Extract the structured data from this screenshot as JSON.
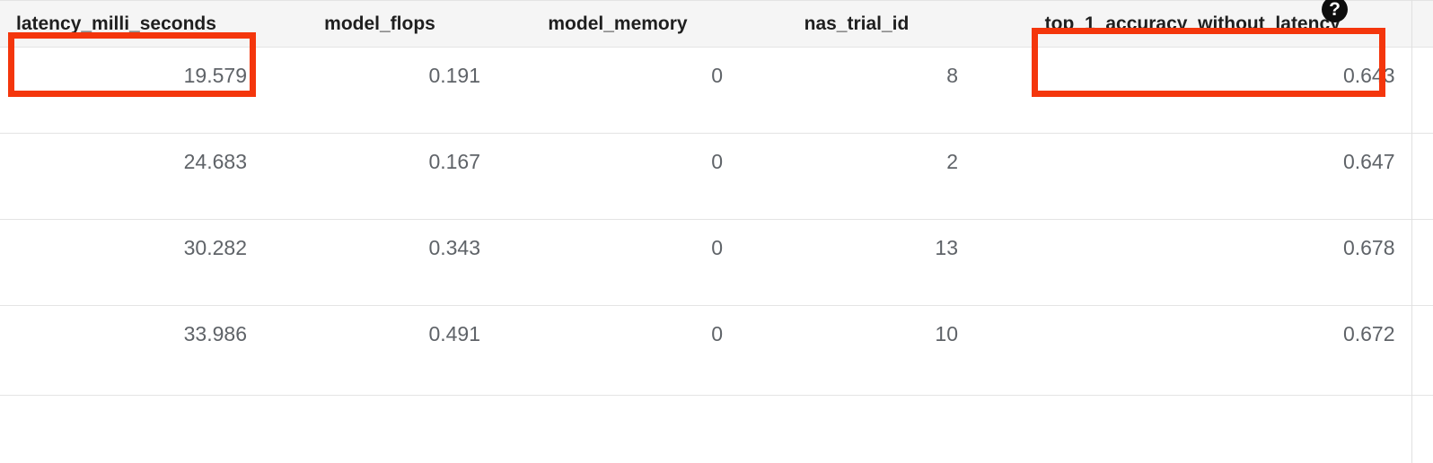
{
  "table": {
    "columns": [
      {
        "key": "latency_milli_seconds",
        "label": "latency_milli_seconds",
        "align": "left"
      },
      {
        "key": "model_flops",
        "label": "model_flops",
        "align": "center"
      },
      {
        "key": "model_memory",
        "label": "model_memory",
        "align": "center"
      },
      {
        "key": "nas_trial_id",
        "label": "nas_trial_id",
        "align": "center"
      },
      {
        "key": "top_1_accuracy_without_latency",
        "label": "top_1_accuracy_without_latency",
        "align": "center"
      }
    ],
    "rows": [
      {
        "latency_milli_seconds": "19.579",
        "model_flops": "0.191",
        "model_memory": "0",
        "nas_trial_id": "8",
        "top_1_accuracy_without_latency": "0.643"
      },
      {
        "latency_milli_seconds": "24.683",
        "model_flops": "0.167",
        "model_memory": "0",
        "nas_trial_id": "2",
        "top_1_accuracy_without_latency": "0.647"
      },
      {
        "latency_milli_seconds": "30.282",
        "model_flops": "0.343",
        "model_memory": "0",
        "nas_trial_id": "13",
        "top_1_accuracy_without_latency": "0.678"
      },
      {
        "latency_milli_seconds": "33.986",
        "model_flops": "0.491",
        "model_memory": "0",
        "nas_trial_id": "10",
        "top_1_accuracy_without_latency": "0.672"
      }
    ]
  },
  "help": {
    "icon": "help-icon",
    "glyph": "?"
  },
  "annotations": [
    {
      "name": "highlight-latency-milli-seconds-header",
      "target": "latency_milli_seconds"
    },
    {
      "name": "highlight-top-1-accuracy-without-latency-header",
      "target": "top_1_accuracy_without_latency"
    }
  ],
  "colors": {
    "annotation": "#f4360c",
    "header_background": "#f5f5f5",
    "header_text": "#1f1f1f",
    "cell_text": "#5f6368",
    "grid_line": "#e4e4e4",
    "help_icon_background": "#0d0d0d"
  }
}
